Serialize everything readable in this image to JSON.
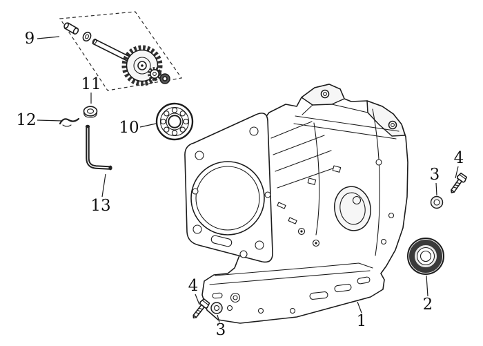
{
  "figure": {
    "type": "exploded-parts-diagram"
  },
  "labels": {
    "part1": "1",
    "part2": "2",
    "part3_right": "3",
    "part3_bottom": "3",
    "part4_right": "4",
    "part4_bottom": "4",
    "part9": "9",
    "part10": "10",
    "part11": "11",
    "part12": "12",
    "part13": "13"
  },
  "colors": {
    "line": "#1c1c1c",
    "seal_dark": "#3a3a3a",
    "metal_shade": "#e8e8e8"
  }
}
